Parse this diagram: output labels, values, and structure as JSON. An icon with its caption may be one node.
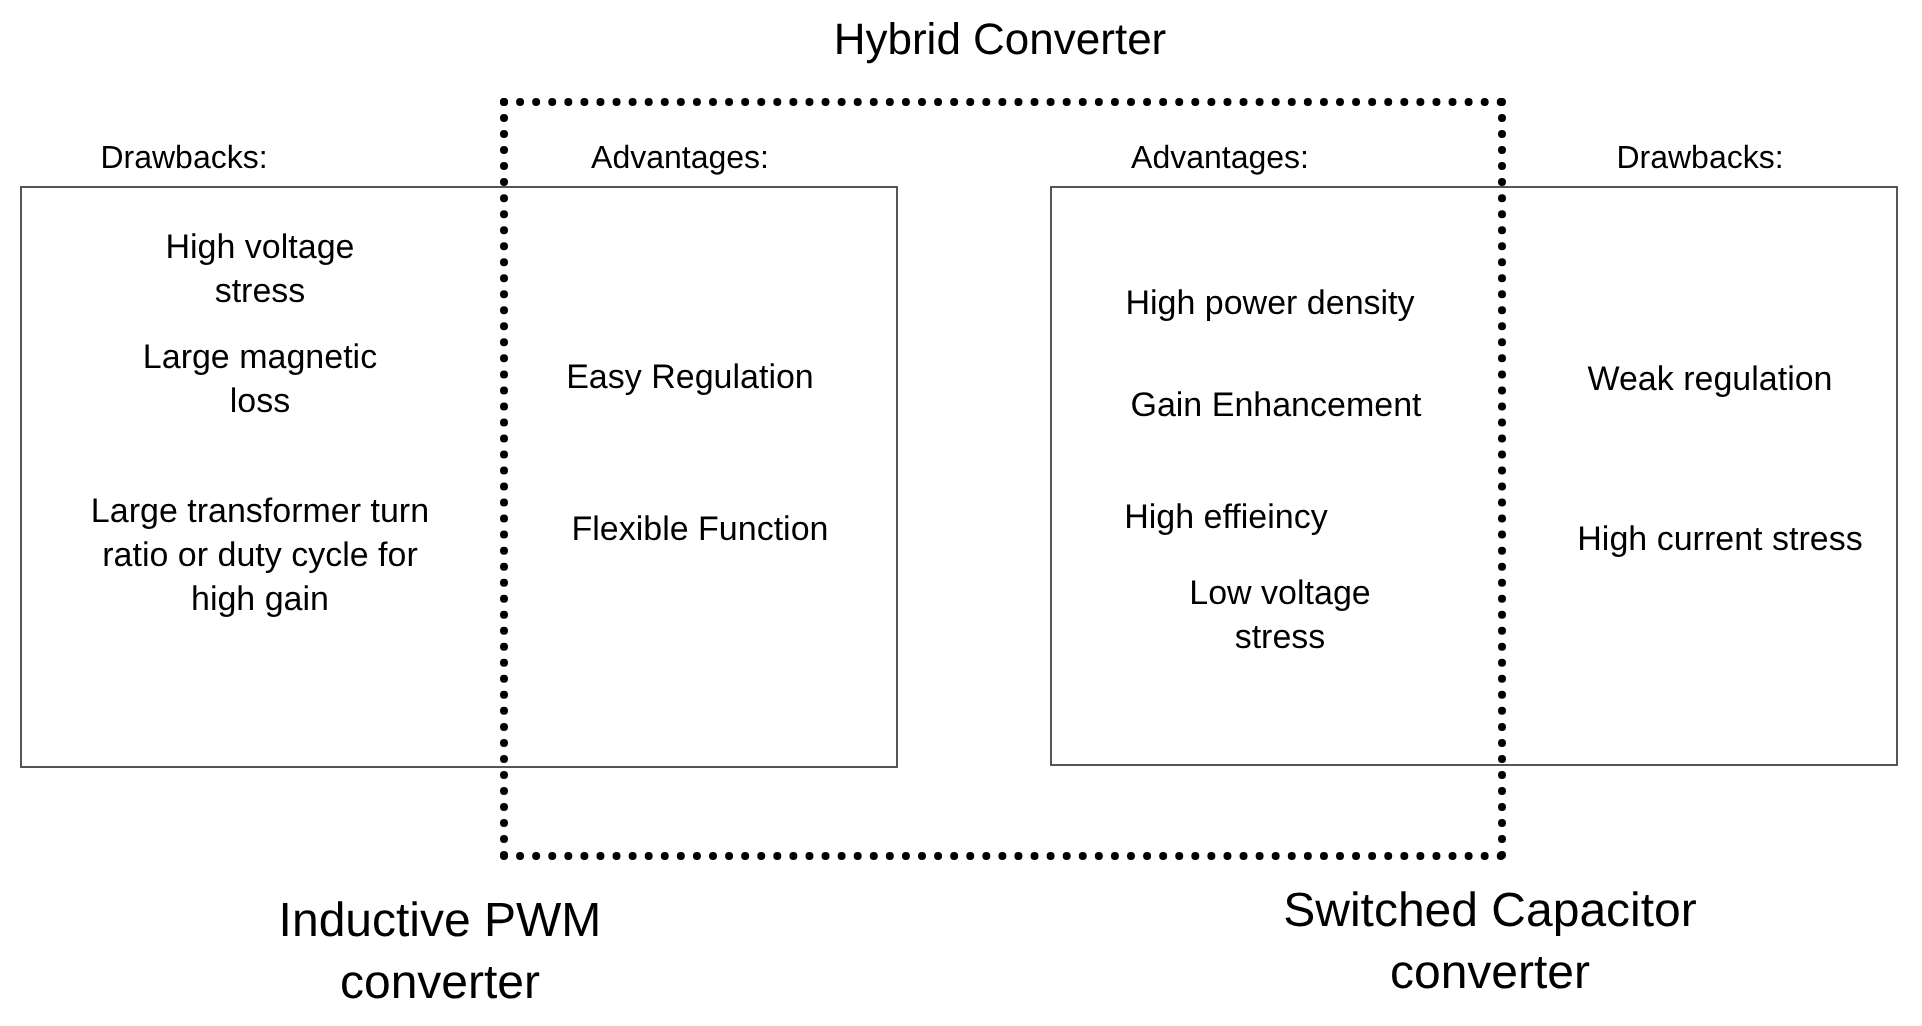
{
  "diagram": {
    "nodes": [
      {
        "text": [
          "Hybrid Converter",
          "Advantages:",
          "Advantages:"
        ]
      },
      {
        "text": [
          "Drawbacks:",
          "High voltage stress",
          "Large magnetic loss",
          "Large transformer turn ratio or duty cycle for high gain",
          "Easy Regulation",
          "Flexible Function"
        ]
      },
      {
        "text": [
          "High power density",
          "Gain Enhancement",
          "High effieincy",
          "Low voltage stress",
          "Drawbacks:",
          "Weak regulation",
          "High current stress"
        ]
      }
    ],
    "labels": [
      "Inductive PWM converter",
      "Switched Capacitor converter"
    ]
  }
}
